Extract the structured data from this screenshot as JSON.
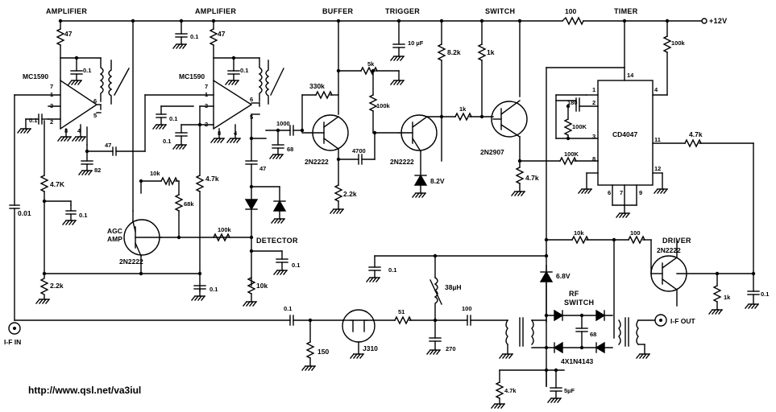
{
  "blocks": {
    "amp1": "AMPLIFIER",
    "amp2": "AMPLIFIER",
    "buffer": "BUFFER",
    "trigger": "TRIGGER",
    "switch": "SWITCH",
    "timer": "TIMER",
    "agc": "AGC",
    "agc2": "AMP",
    "detector": "DETECTOR",
    "rfswitch": "RF",
    "rfswitch2": "SWITCH",
    "driver": "DRIVER"
  },
  "supply": "+12V",
  "io": {
    "input": "I-F IN",
    "output": "I-F OUT"
  },
  "parts": {
    "ic1": "MC1590",
    "ic2": "MC1590",
    "ic3": "CD4047",
    "q_buffer": "2N2222",
    "q_trigger": "2N2222",
    "q_switch": "2N2907",
    "q_agc": "2N2222",
    "q_driver": "2N2222",
    "q_jfet": "J310",
    "diodes": "4X1N4143",
    "r47a": "47",
    "r47b": "47",
    "r100top": "100",
    "r100k_timer": "100k",
    "r1k_sw": "1k",
    "r1k_base": "1k",
    "r8k2": "8.2k",
    "r5k": "5k",
    "r330k": "330k",
    "r100k_trig": "100k",
    "r2k2_buf": "2.2k",
    "r4k7_a": "4.7K",
    "r2k2_a": "2.2k",
    "r10k_agc": "10k",
    "r68k": "68k",
    "r4k7_b": "4.7k",
    "r100k_det": "100k",
    "r10k_det": "10k",
    "r4k7_sw": "4.7k",
    "r100k_ic": "100K",
    "r100k_ic2": "100K",
    "r4k7_out": "4.7k",
    "r10k_rf": "10k",
    "r100_drv": "100",
    "r1k_drv": "1k",
    "r51": "51",
    "r150": "150",
    "r4k7_bot": "4.7k",
    "c01a": "0.1",
    "c01b": "0.1",
    "c01c": "0.1",
    "c01d": "0.1",
    "c01e": "0.1",
    "c01f": "0.1",
    "c01g": "0.1",
    "c01h": "0.1",
    "c01i": "0.1",
    "c01j": "0.1",
    "c01k": "0.1",
    "c001": "0.01",
    "c47": "47",
    "c82": "82",
    "c47b": "47",
    "c1000": "1000",
    "c68": "68",
    "c4700": "4700",
    "c10u": "10 µF",
    "c180": "180",
    "c100": "100",
    "c270": "270",
    "c68b": "68",
    "c5u": "5µF",
    "l38": "38µH",
    "z82": "8.2V",
    "z68": "6.8V"
  },
  "pins": {
    "a1": [
      "7",
      "3",
      "2",
      "8",
      "4",
      "6",
      "5",
      "1"
    ],
    "a2": [
      "7",
      "1",
      "3",
      "2",
      "8",
      "4",
      "6",
      "5"
    ],
    "cd": [
      "14",
      "1",
      "2",
      "3",
      "8",
      "6",
      "7",
      "9",
      "4",
      "11",
      "12"
    ]
  },
  "footer": "http://www.qsl.net/va3iul"
}
